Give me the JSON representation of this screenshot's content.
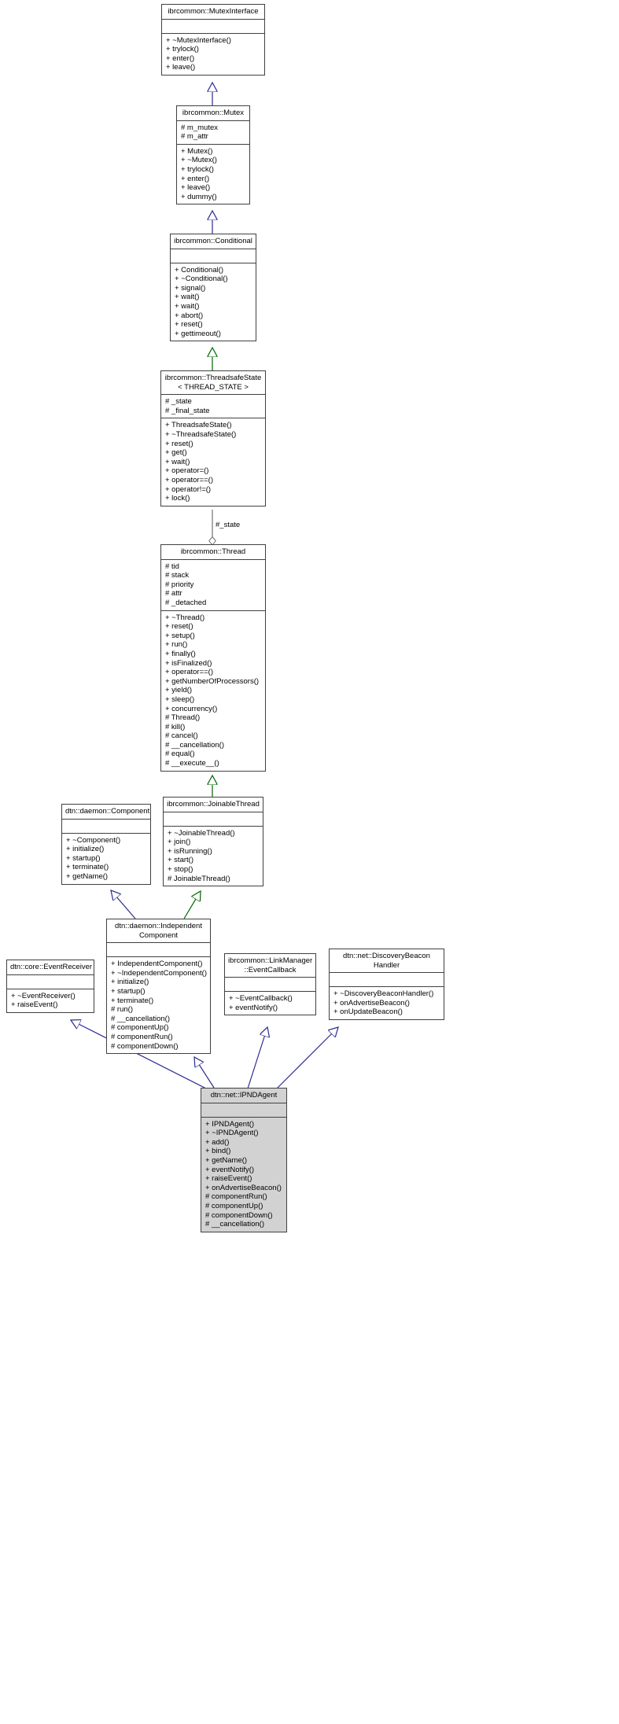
{
  "diagram": {
    "kind": "uml-class-diagram",
    "colors": {
      "inherit_blue": "#2b2b8f",
      "inherit_green": "#006400",
      "aggregation_gray": "#555555",
      "box_border": "#404040",
      "box_fill": "#ffffff",
      "highlight_fill": "#d2d2d2"
    },
    "edge_labels": [
      {
        "text": "#_state"
      }
    ]
  },
  "nodes": [
    {
      "id": "mutexinterface",
      "title": "ibrcommon::MutexInterface",
      "attributes": [],
      "operations": [
        "+ ~MutexInterface()",
        "+ trylock()",
        "+ enter()",
        "+ leave()"
      ]
    },
    {
      "id": "mutex",
      "title": "ibrcommon::Mutex",
      "attributes": [
        "# m_mutex",
        "# m_attr"
      ],
      "operations": [
        "+ Mutex()",
        "+ ~Mutex()",
        "+ trylock()",
        "+ enter()",
        "+ leave()",
        "+ dummy()"
      ]
    },
    {
      "id": "conditional",
      "title": "ibrcommon::Conditional",
      "attributes": [],
      "operations": [
        "+ Conditional()",
        "+ ~Conditional()",
        "+ signal()",
        "+ wait()",
        "+ wait()",
        "+ abort()",
        "+ reset()",
        "+ gettimeout()"
      ]
    },
    {
      "id": "threadsafestate",
      "title": "ibrcommon::ThreadsafeState\n< THREAD_STATE >",
      "attributes": [
        "# _state",
        "# _final_state"
      ],
      "operations": [
        "+ ThreadsafeState()",
        "+ ~ThreadsafeState()",
        "+ reset()",
        "+ get()",
        "+ wait()",
        "+ operator=()",
        "+ operator==()",
        "+ operator!=()",
        "+ lock()"
      ]
    },
    {
      "id": "thread",
      "title": "ibrcommon::Thread",
      "attributes": [
        "# tid",
        "# stack",
        "# priority",
        "# attr",
        "# _detached"
      ],
      "operations": [
        "+ ~Thread()",
        "+ reset()",
        "+ setup()",
        "+ run()",
        "+ finally()",
        "+ isFinalized()",
        "+ operator==()",
        "+ getNumberOfProcessors()",
        "+ yield()",
        "+ sleep()",
        "+ concurrency()",
        "# Thread()",
        "# kill()",
        "# cancel()",
        "# __cancellation()",
        "# equal()",
        "# __execute__()"
      ]
    },
    {
      "id": "component",
      "title": "dtn::daemon::Component",
      "attributes": [],
      "operations": [
        "+ ~Component()",
        "+ initialize()",
        "+ startup()",
        "+ terminate()",
        "+ getName()"
      ]
    },
    {
      "id": "joinablethread",
      "title": "ibrcommon::JoinableThread",
      "attributes": [],
      "operations": [
        "+ ~JoinableThread()",
        "+ join()",
        "+ isRunning()",
        "+ start()",
        "+ stop()",
        "# JoinableThread()"
      ]
    },
    {
      "id": "independentcomponent",
      "title": "dtn::daemon::Independent\nComponent",
      "attributes": [],
      "operations": [
        "+ IndependentComponent()",
        "+ ~IndependentComponent()",
        "+ initialize()",
        "+ startup()",
        "+ terminate()",
        "# run()",
        "# __cancellation()",
        "# componentUp()",
        "# componentRun()",
        "# componentDown()"
      ]
    },
    {
      "id": "eventreceiver",
      "title": "dtn::core::EventReceiver",
      "attributes": [],
      "operations": [
        "+ ~EventReceiver()",
        "+ raiseEvent()"
      ]
    },
    {
      "id": "eventcallback",
      "title": "ibrcommon::LinkManager\n::EventCallback",
      "attributes": [],
      "operations": [
        "+ ~EventCallback()",
        "+ eventNotify()"
      ]
    },
    {
      "id": "discoverybeaconhandler",
      "title": "dtn::net::DiscoveryBeacon\nHandler",
      "attributes": [],
      "operations": [
        "+ ~DiscoveryBeaconHandler()",
        "+ onAdvertiseBeacon()",
        "+ onUpdateBeacon()"
      ]
    },
    {
      "id": "ipndagent",
      "title": "dtn::net::IPNDAgent",
      "attributes": [],
      "operations": [
        "+ IPNDAgent()",
        "+ ~IPNDAgent()",
        "+ add()",
        "+ bind()",
        "+ getName()",
        "+ eventNotify()",
        "+ raiseEvent()",
        "+ onAdvertiseBeacon()",
        "# componentRun()",
        "# componentUp()",
        "# componentDown()",
        "# __cancellation()"
      ]
    }
  ]
}
